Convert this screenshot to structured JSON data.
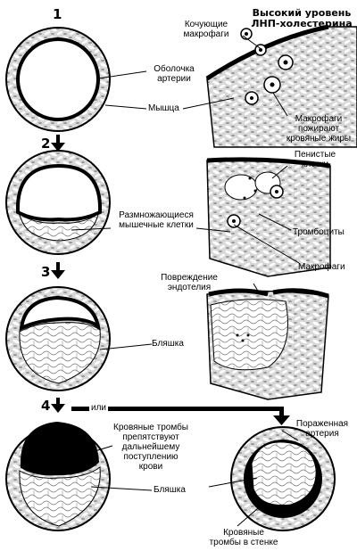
{
  "title": {
    "line1": "Высокий уровень",
    "line2": "ЛНП-холестерина"
  },
  "steps": {
    "s1": "1",
    "s2": "2",
    "s3": "3",
    "s4": "4"
  },
  "labels": {
    "rolling_macrophages_1": "Кочующие",
    "rolling_macrophages_2": "макрофаги",
    "artery_wall_1": "Оболочка",
    "artery_wall_2": "артерии",
    "muscle": "Мышца",
    "macrophages_eat_1": "Макрофаги",
    "macrophages_eat_2": "пожирают",
    "macrophages_eat_3": "кровяные жиры",
    "foam_cells_1": "Пенистые",
    "foam_cells_2": "клетки",
    "multiplying_muscle_1": "Размножающиеся",
    "multiplying_muscle_2": "мышечные клетки",
    "platelets": "Тромбоциты",
    "macrophages": "Макрофаги",
    "endothelium_damage_1": "Повреждение",
    "endothelium_damage_2": "эндотелия",
    "plaque_3": "Бляшка",
    "or": "или",
    "affected_artery_1": "Пораженная",
    "affected_artery_2": "артерия",
    "clots_block_1": "Кровяные тромбы",
    "clots_block_2": "препятствуют",
    "clots_block_3": "дальнейшему",
    "clots_block_4": "поступлению",
    "clots_block_5": "крови",
    "plaque_4": "Бляшка",
    "clots_wall_1": "Кровяные",
    "clots_wall_2": "тромбы в стенке"
  }
}
